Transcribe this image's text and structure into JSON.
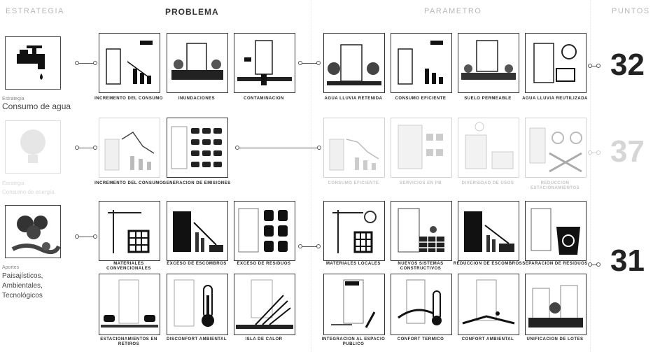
{
  "headers": {
    "estrategia": "ESTRATEGIA",
    "problema": "PROBLEMA",
    "parametro": "PARAMETRO",
    "puntos": "PUNTOS"
  },
  "strategies": [
    {
      "small": "Estrategia",
      "name": "Consumo de agua",
      "points": "32",
      "problems": [
        "INCREMENTO DEL CONSUMO",
        "INUNDACIONES",
        "CONTAMINACION"
      ],
      "parameters": [
        "AGUA LLUVIA RETENIDA",
        "CONSUMO EFICIENTE",
        "SUELO PERMEABLE",
        "AGUA LLUVIA REUTILIZADA"
      ]
    },
    {
      "small": "Estrategia",
      "name": "Consumo de energía",
      "points": "37",
      "problems": [
        "INCREMENTO DEL CONSUMO",
        "GENERACION DE EMISIONES"
      ],
      "parameters": [
        "CONSUMO EFICIENTE",
        "SERVICIOS EN PB",
        "DIVERSIDAD DE USOS",
        "REDUCCION ESTACIONAMIENTOS"
      ]
    },
    {
      "small": "Aportes",
      "name": "Paisajísticos, Ambientales, Tecnológicos",
      "points": "31",
      "problems": [
        "MATERIALES CONVENCIONALES",
        "EXCESO DE ESCOMBROS",
        "EXCESO DE RESIDUOS",
        "ESTACIONAMIENTOS EN RETIROS",
        "DISCONFORT AMBIENTAL",
        "ISLA DE CALOR"
      ],
      "parameters": [
        "MATERIALES LOCALES",
        "NUEVOS SISTEMAS CONSTRUCTIVOS",
        "REDUCCION DE ESCOMBROS",
        "SEPARACION DE RESIDUOS",
        "INTEGRACION AL ESPACIO PUBLICO",
        "CONFORT TERMICO",
        "CONFORT AMBIENTAL",
        "UNIFICACION DE LOTES"
      ]
    }
  ],
  "colors": {
    "ink": "#222222",
    "faded": "#d0d0d0",
    "header": "#b8b8b8"
  }
}
